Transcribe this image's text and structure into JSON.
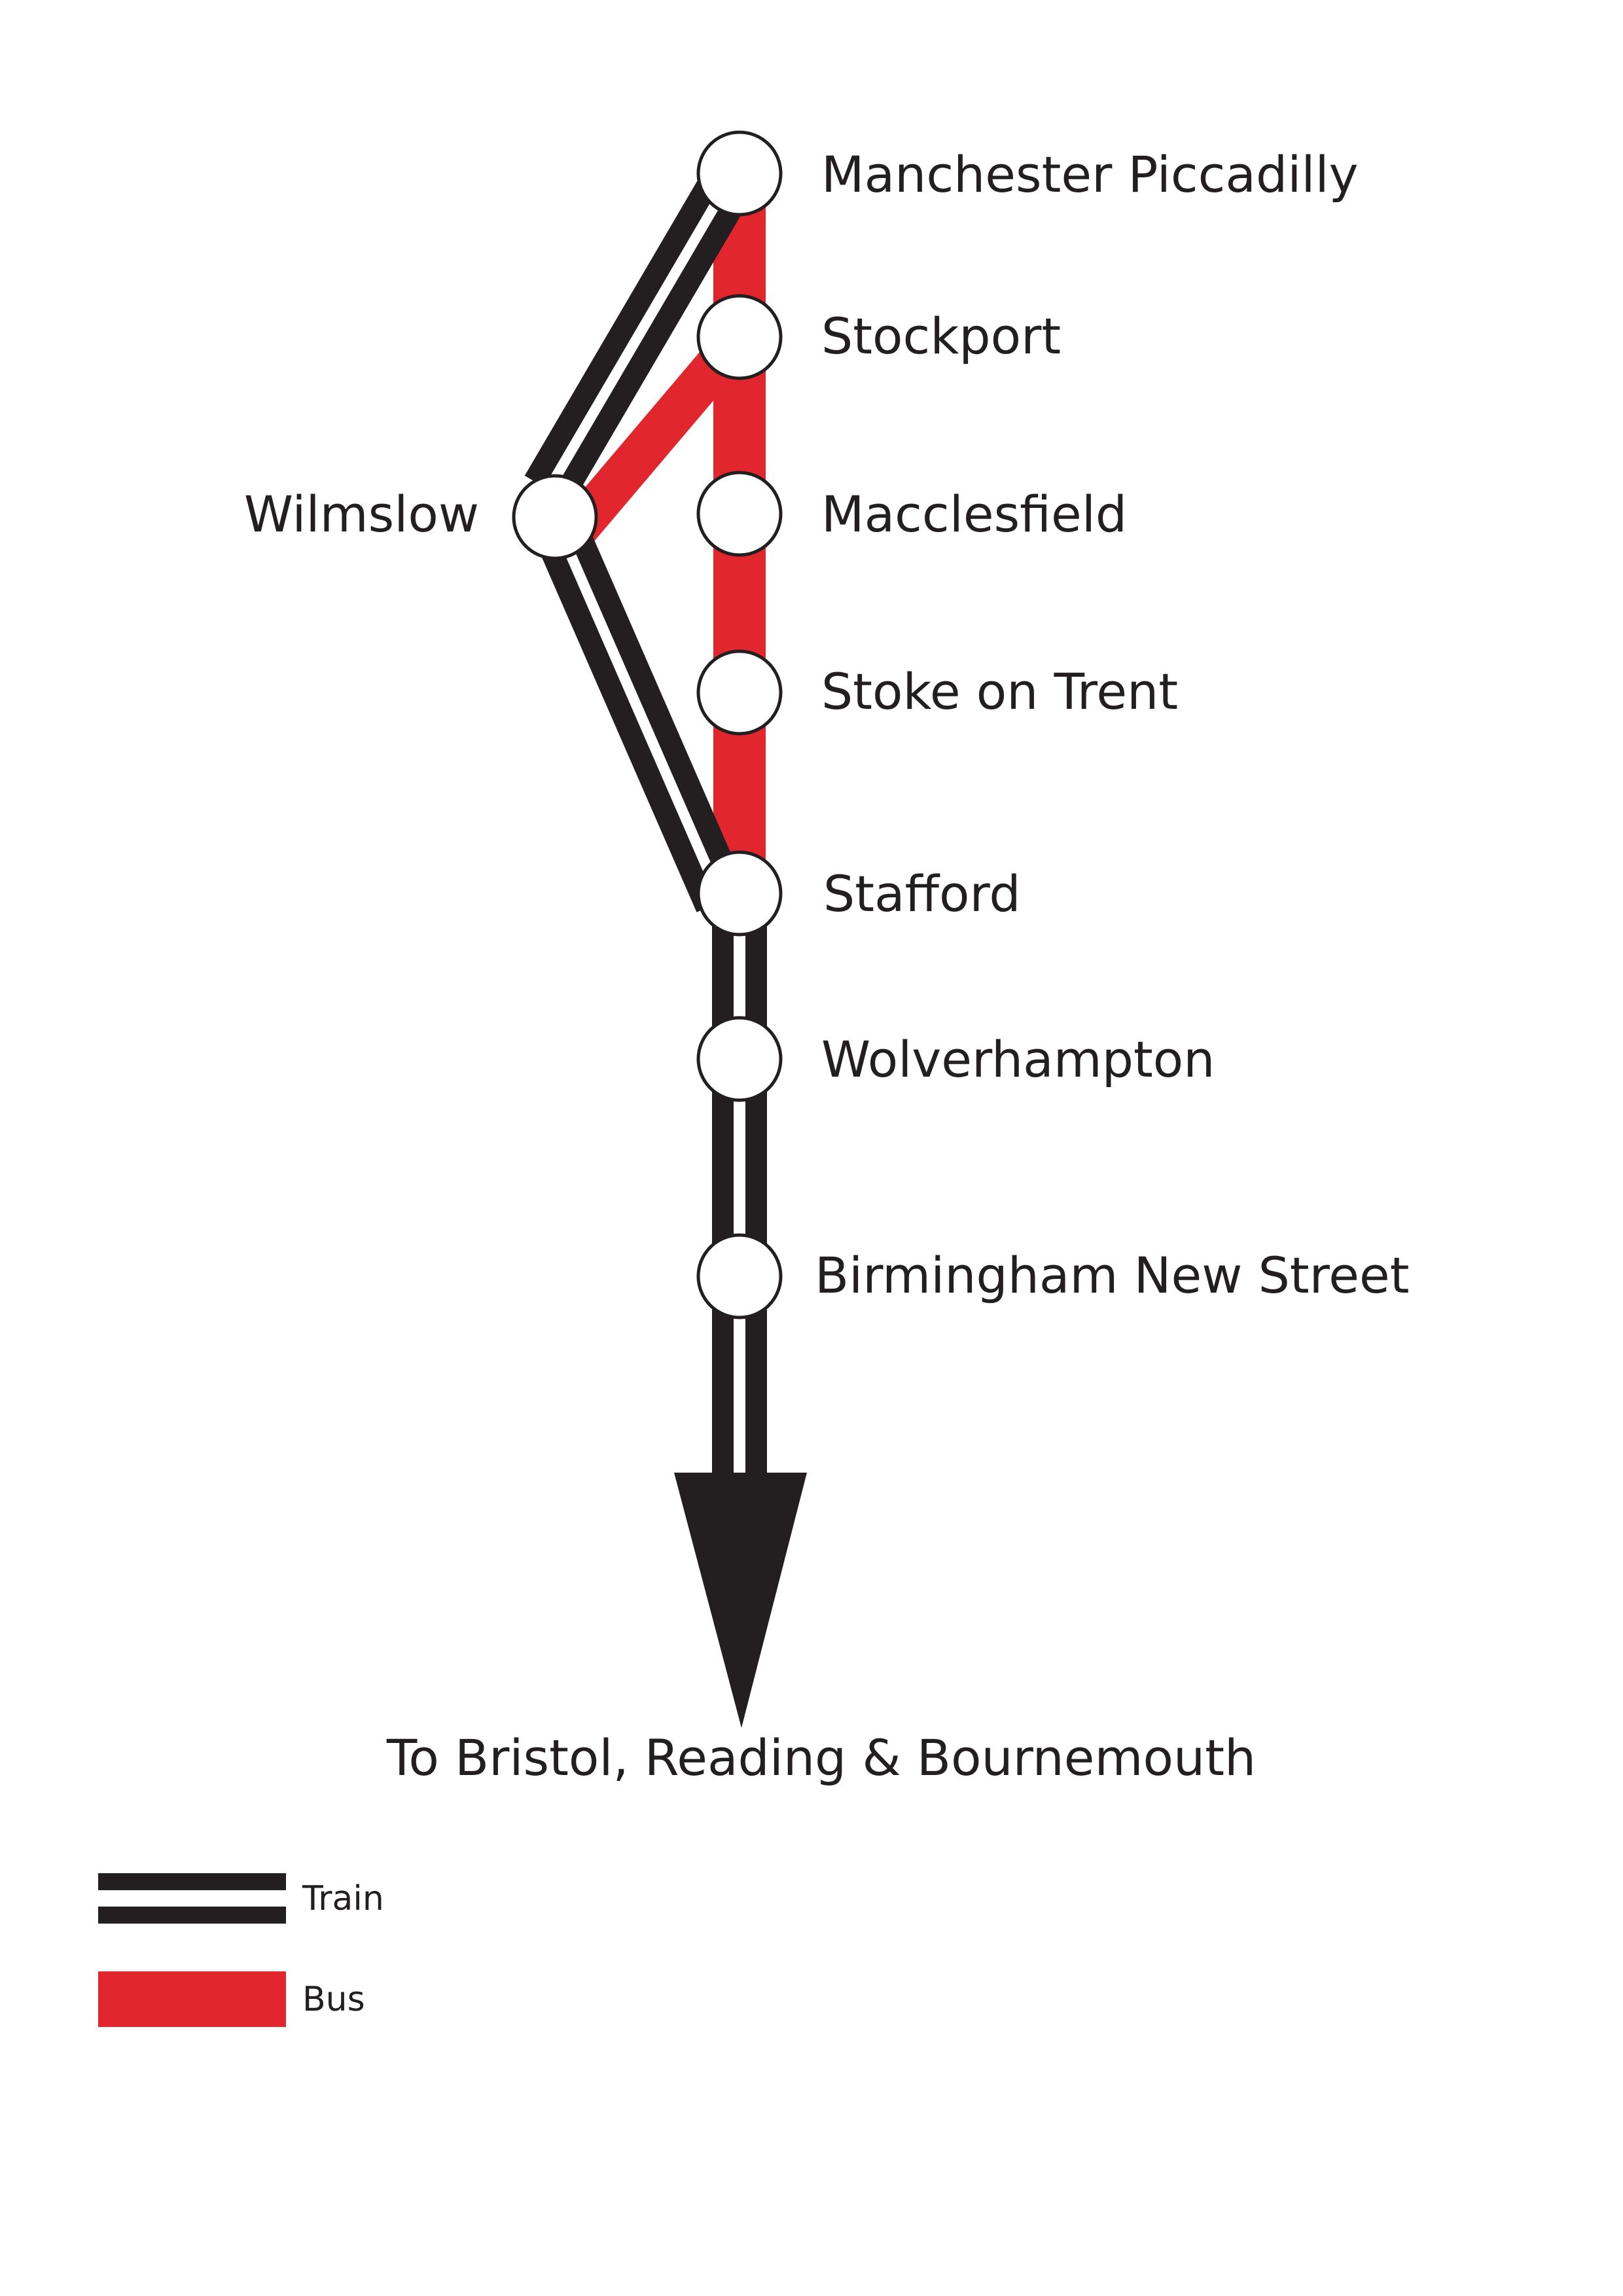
{
  "colors": {
    "train": "#231f20",
    "bus": "#e1262d",
    "station_fill": "#ffffff",
    "background": "#ffffff"
  },
  "stations": {
    "manchester_piccadilly": "Manchester Piccadilly",
    "stockport": "Stockport",
    "wilmslow": "Wilmslow",
    "macclesfield": "Macclesfield",
    "stoke_on_trent": "Stoke on Trent",
    "stafford": "Stafford",
    "wolverhampton": "Wolverhampton",
    "birmingham_new_street": "Birmingham New Street"
  },
  "destination": "To Bristol, Reading & Bournemouth",
  "legend": {
    "train_label": "Train",
    "bus_label": "Bus"
  },
  "routes": {
    "train": [
      "Manchester Piccadilly",
      "Wilmslow",
      "Stafford",
      "Wolverhampton",
      "Birmingham New Street"
    ],
    "bus": [
      "Manchester Piccadilly",
      "Stockport",
      "Wilmslow",
      "Macclesfield",
      "Stoke on Trent",
      "Stafford"
    ]
  }
}
